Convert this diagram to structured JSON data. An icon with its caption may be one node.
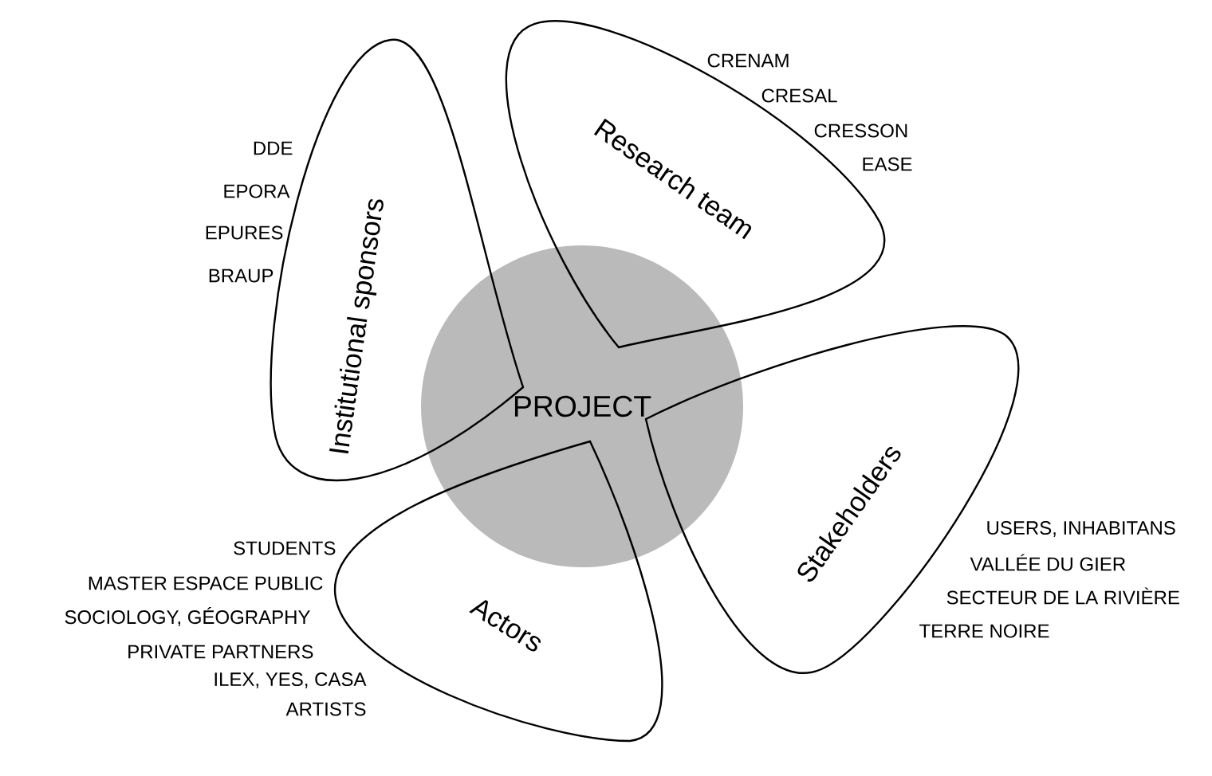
{
  "diagram": {
    "nodes": [
      {
        "text": [
          "PROJECT"
        ]
      },
      {
        "text": [
          "Institutional sponsors"
        ],
        "beside": [
          "DDE",
          "EPORA",
          "EPURES",
          "BRAUP"
        ]
      },
      {
        "text": [
          "Research team"
        ],
        "beside": [
          "CRENAM",
          "CRESAL",
          "CRESSON",
          "EASE"
        ]
      },
      {
        "text": [
          "Stakeholders"
        ],
        "beside": [
          "USERS, INHABITANS",
          "VALLÉE DU GIER",
          "SECTEUR DE LA RIVIÈRE",
          "TERRE NOIRE"
        ]
      },
      {
        "text": [
          "Actors"
        ],
        "beside": [
          "STUDENTS",
          "MASTER ESPACE PUBLIC",
          "SOCIOLOGY, GÉOGRAPHY",
          "PRIVATE PARTNERS",
          "ILEX, YES, CASA",
          "ARTISTS"
        ]
      }
    ],
    "edges": []
  }
}
